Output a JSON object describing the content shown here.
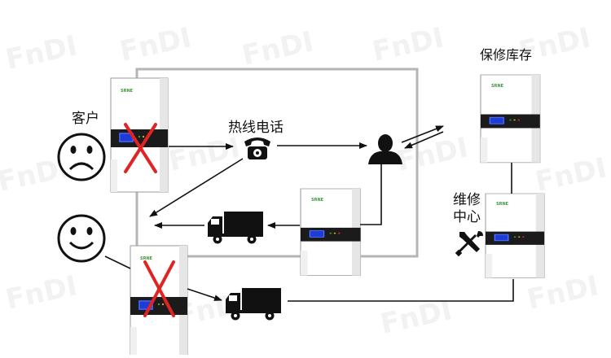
{
  "labels": {
    "customer": "客户",
    "hotline": "热线电话",
    "spare_stock": "保修库存",
    "repair_center_line1": "维修",
    "repair_center_line2": "中心"
  },
  "inverter_brand": "SRNE",
  "colors": {
    "line": "#111111",
    "frame": "#b5b5b5",
    "cross": "#e02424",
    "screen": "#1f3bd6",
    "logo": "#3c9a3c",
    "panel_dark": "#1b1b1b"
  }
}
